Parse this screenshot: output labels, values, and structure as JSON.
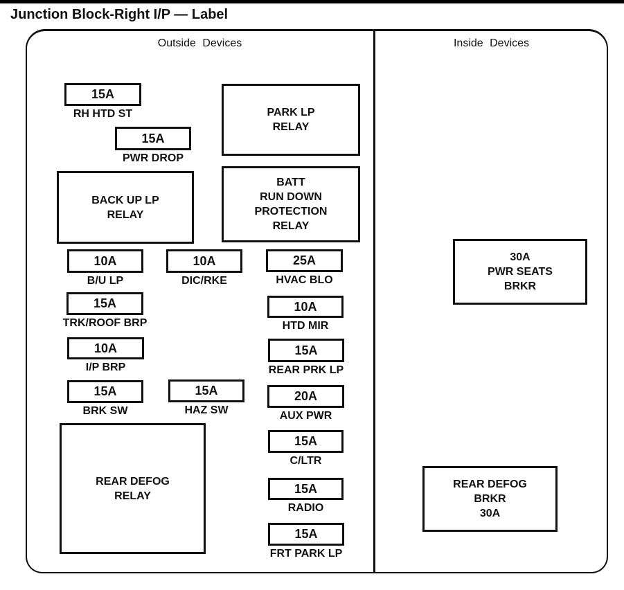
{
  "page": {
    "title": "Junction Block-Right I/P — Label"
  },
  "colors": {
    "ink": "#111111",
    "background": "#ffffff"
  },
  "outside": {
    "header": "Outside Devices",
    "fuses": [
      {
        "amp": "15A",
        "label": "RH HTD ST"
      },
      {
        "amp": "15A",
        "label": "PWR DROP"
      },
      {
        "amp": "10A",
        "label": "B/U LP"
      },
      {
        "amp": "10A",
        "label": "DIC/RKE"
      },
      {
        "amp": "25A",
        "label": "HVAC BLO"
      },
      {
        "amp": "15A",
        "label": "TRK/ROOF BRP"
      },
      {
        "amp": "10A",
        "label": "HTD MIR"
      },
      {
        "amp": "10A",
        "label": "I/P BRP"
      },
      {
        "amp": "15A",
        "label": "REAR PRK LP"
      },
      {
        "amp": "15A",
        "label": "BRK SW"
      },
      {
        "amp": "15A",
        "label": "HAZ SW"
      },
      {
        "amp": "20A",
        "label": "AUX PWR"
      },
      {
        "amp": "15A",
        "label": "C/LTR"
      },
      {
        "amp": "15A",
        "label": "RADIO"
      },
      {
        "amp": "15A",
        "label": "FRT PARK LP"
      }
    ],
    "relays": [
      {
        "name": "PARK LP\nRELAY"
      },
      {
        "name": "BATT\nRUN DOWN\nPROTECTION\nRELAY"
      },
      {
        "name": "BACK UP LP\nRELAY"
      },
      {
        "name": "REAR DEFOG\nRELAY"
      }
    ]
  },
  "inside": {
    "header": "Inside Devices",
    "breakers": [
      {
        "name": "30A\nPWR SEATS\nBRKR"
      },
      {
        "name": "REAR DEFOG\nBRKR\n30A"
      }
    ]
  }
}
